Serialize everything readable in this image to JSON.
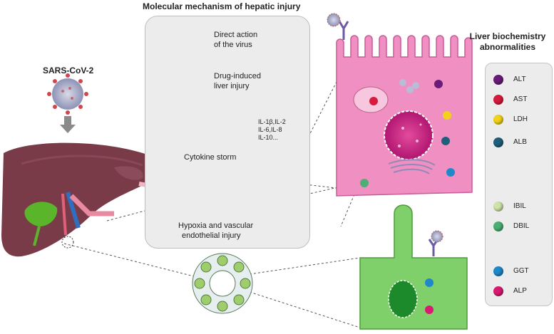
{
  "titles": {
    "mechanism": "Molecular mechanism of hepatic injury",
    "biochem_line1": "Liver biochemistry",
    "biochem_line2": "abnormalities",
    "virus": "SARS-CoV-2"
  },
  "mechanisms": {
    "direct_line1": "Direct action",
    "direct_line2": "of the virus",
    "drug_line1": "Drug-induced",
    "drug_line2": "liver injury",
    "cytokines_line1": "IL-1β,IL-2",
    "cytokines_line2": "IL-6,IL-8",
    "cytokines_line3": "IL-10...",
    "cytokine_storm": "Cytokine storm",
    "hypoxia_line1": "Hypoxia and vascular",
    "hypoxia_line2": "endothelial injury"
  },
  "markers": [
    {
      "label": "ALT",
      "color": "#6a1b7a"
    },
    {
      "label": "AST",
      "color": "#d81b3c"
    },
    {
      "label": "LDH",
      "color": "#f2d21b"
    },
    {
      "label": "ALB",
      "color": "#1f5f7a"
    },
    {
      "label": "IBIL",
      "color": "#cfe3a8"
    },
    {
      "label": "DBIL",
      "color": "#4caf73"
    },
    {
      "label": "GGT",
      "color": "#1e88c8"
    },
    {
      "label": "ALP",
      "color": "#d81b70"
    }
  ]
}
